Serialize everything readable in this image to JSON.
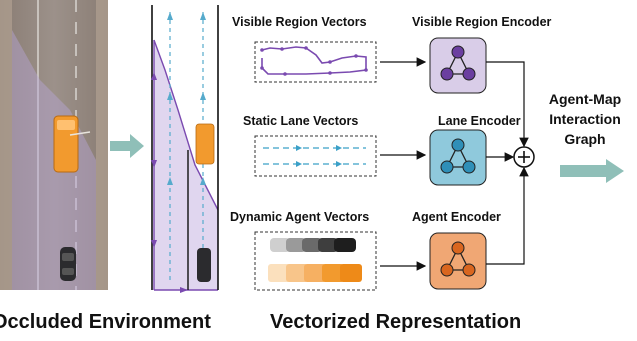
{
  "captions": {
    "left": "Occluded Environment",
    "middle": "Vectorized Representation"
  },
  "vector_titles": {
    "visible": "Visible Region Vectors",
    "lane": "Static Lane Vectors",
    "agent": "Dynamic Agent Vectors"
  },
  "encoders": {
    "visible": "Visible Region Encoder",
    "lane": "Lane Encoder",
    "agent": "Agent Encoder"
  },
  "graph_label": [
    "Agent-Map",
    "Interaction",
    "Graph"
  ],
  "colors": {
    "visible_encoder_bg": "#d9cde8",
    "visible_node": "#6b3fa0",
    "lane_encoder_bg": "#8fc9dc",
    "lane_node": "#2f8fb8",
    "agent_encoder_bg": "#f0a774",
    "agent_node": "#d9661f",
    "region_purple": "#7a4ab0",
    "lane_blue": "#55aacc",
    "arrow_teal": "#8fbfb8",
    "car_orange": "#f29a2e"
  }
}
